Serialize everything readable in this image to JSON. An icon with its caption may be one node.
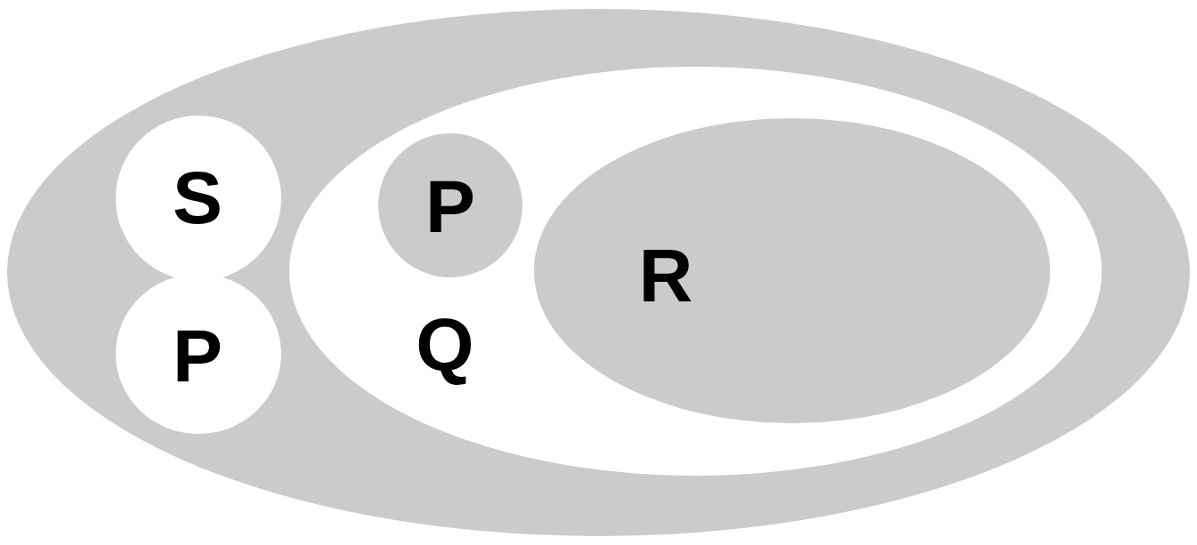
{
  "diagram": {
    "nodes": [
      {
        "text": [],
        "shape": "ellipse"
      },
      {
        "text": [
          "S"
        ],
        "in": 0
      },
      {
        "text": [
          "P"
        ],
        "in": 0
      },
      {
        "text": [
          "Q"
        ],
        "in": 0
      },
      {
        "text": [
          "P"
        ],
        "in": 3
      },
      {
        "text": [
          "R"
        ],
        "in": 3
      }
    ]
  }
}
